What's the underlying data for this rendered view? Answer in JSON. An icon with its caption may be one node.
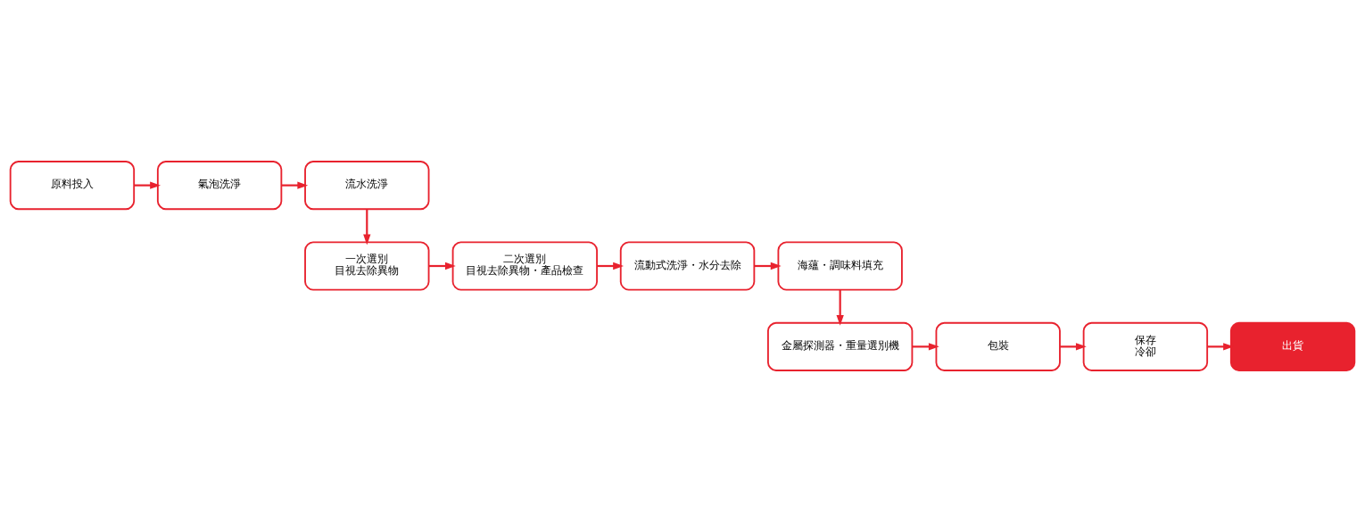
{
  "diagram": {
    "nodes": [
      {
        "text": [
          "原料投入"
        ]
      },
      {
        "text": [
          "氣泡洗淨"
        ]
      },
      {
        "text": [
          "流水洗淨"
        ]
      },
      {
        "text": [
          "一次選別",
          "目視去除異物"
        ]
      },
      {
        "text": [
          "二次選別",
          "目視去除異物・產品檢查"
        ]
      },
      {
        "text": [
          "流動式洗淨・水分去除"
        ]
      },
      {
        "text": [
          "海蘊・調味料填充"
        ]
      },
      {
        "text": [
          "金屬探測器・重量選別機"
        ]
      },
      {
        "text": [
          "包裝"
        ]
      },
      {
        "text": [
          "保存",
          "冷卻"
        ]
      },
      {
        "text": [
          "出貨"
        ]
      }
    ],
    "edges": [
      {
        "from": 0,
        "to": 1,
        "arrow": "to"
      },
      {
        "from": 1,
        "to": 2,
        "arrow": "to"
      },
      {
        "from": 2,
        "to": 3,
        "arrow": "to"
      },
      {
        "from": 3,
        "to": 4,
        "arrow": "to"
      },
      {
        "from": 4,
        "to": 5,
        "arrow": "to"
      },
      {
        "from": 5,
        "to": 6,
        "arrow": "to"
      },
      {
        "from": 6,
        "to": 7,
        "arrow": "to"
      },
      {
        "from": 7,
        "to": 8,
        "arrow": "to"
      },
      {
        "from": 8,
        "to": 9,
        "arrow": "to"
      },
      {
        "from": 9,
        "to": 10,
        "arrow": "to"
      }
    ]
  }
}
